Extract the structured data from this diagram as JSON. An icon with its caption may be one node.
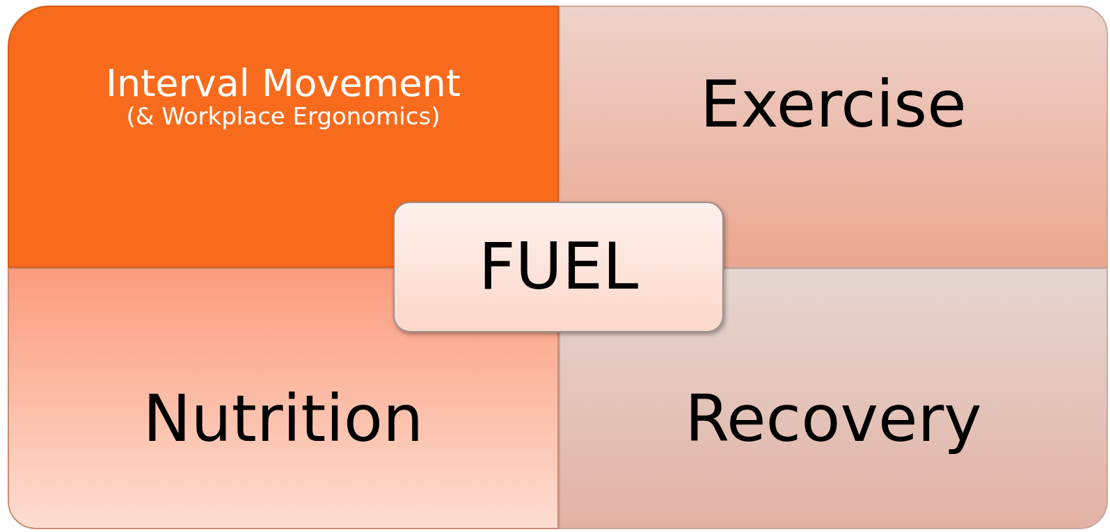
{
  "diagram": {
    "nodes": [
      {
        "text": [
          "Interval Movement",
          "(& Workplace Ergonomics)"
        ]
      },
      {
        "text": [
          "Exercise"
        ]
      },
      {
        "text": [
          "Nutrition"
        ]
      },
      {
        "text": [
          "Recovery"
        ]
      },
      {
        "text": [
          "FUEL"
        ]
      }
    ]
  }
}
